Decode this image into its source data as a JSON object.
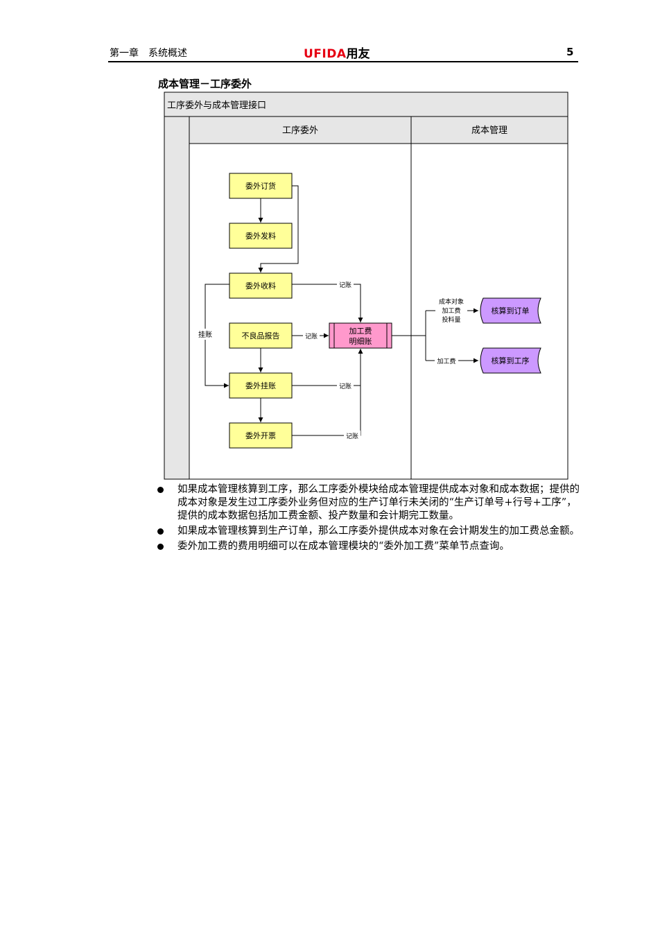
{
  "header": {
    "chapter": "第一章　系统概述",
    "logo_en": "UFIDA",
    "logo_cn": "用友",
    "page_number": "5"
  },
  "section_title": "成本管理－工序委外",
  "diagram": {
    "title": "工序委外与成本管理接口",
    "lane_left": "工序委外",
    "lane_right": "成本管理",
    "boxes": {
      "order": "委外订货",
      "issue": "委外发料",
      "receive": "委外收料",
      "defect": "不良品报告",
      "charge": "委外挂账",
      "invoice": "委外开票"
    },
    "ledger": [
      "加工费",
      "明细账"
    ],
    "labels": {
      "post": "记账",
      "charge": "挂账",
      "processing_fee": "加工费",
      "cost_info": [
        "成本对象",
        "加工费",
        "投料量"
      ]
    },
    "outputs": {
      "to_order": "核算到订单",
      "to_process": "核算到工序"
    },
    "colors": {
      "box_fill": "#ffff99",
      "ledger_fill": "#ff99cc",
      "output_fill": "#cc99ff",
      "header_fill": "#e6e6e6"
    }
  },
  "bullets": [
    "如果成本管理核算到工序，那么工序委外模块给成本管理提供成本对象和成本数据；提供的成本对象是发生过工序委外业务但对应的生产订单行未关闭的“生产订单号+行号+工序”，提供的成本数据包括加工费金额、投产数量和会计期完工数量。",
    "如果成本管理核算到生产订单，那么工序委外提供成本对象在会计期发生的加工费总金额。",
    "委外加工费的费用明细可以在成本管理模块的“委外加工费”菜单节点查询。"
  ]
}
